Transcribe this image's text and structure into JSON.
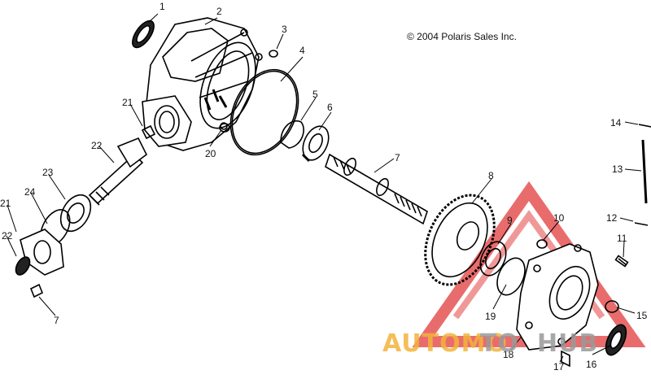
{
  "copyright": "© 2004 Polaris Sales Inc.",
  "watermark": {
    "word1": "AUTOMO",
    "word2": "TO",
    "word3": "HUB",
    "color_gold": "#f3b33c",
    "color_gray": "#9a9a9a",
    "color_red": "#e23b3b"
  },
  "callouts": [
    "1",
    "2",
    "3",
    "4",
    "5",
    "6",
    "7",
    "8",
    "9",
    "10",
    "11",
    "12",
    "13",
    "14",
    "15",
    "16",
    "17",
    "18",
    "19",
    "20",
    "21",
    "22",
    "23",
    "24",
    "21",
    "22",
    "7"
  ]
}
